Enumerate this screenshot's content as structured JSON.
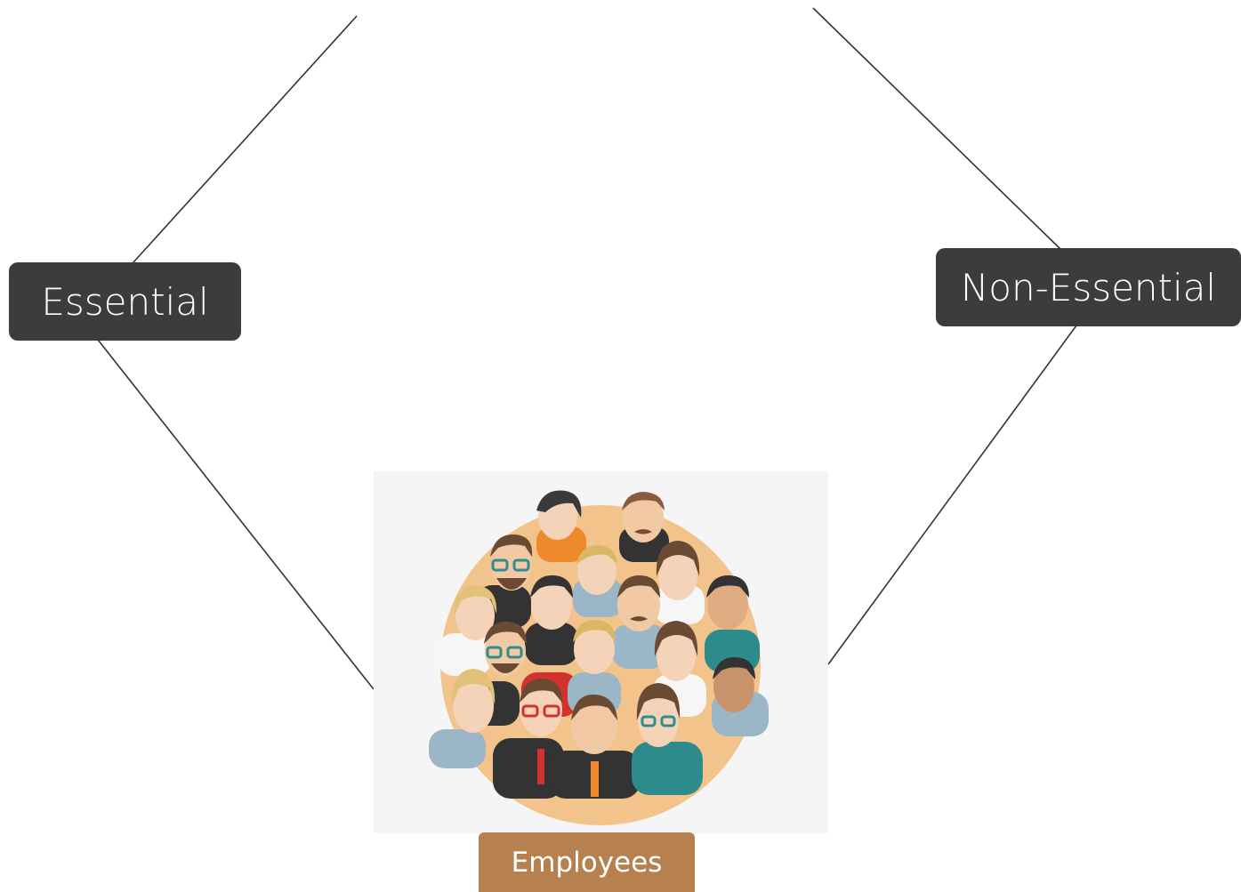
{
  "diagram": {
    "nodes": {
      "essential": {
        "label": "Essential"
      },
      "non_essential": {
        "label": "Non-Essential"
      },
      "employees": {
        "label": "Employees"
      }
    },
    "image": {
      "subject": "group-of-employees-illustration"
    },
    "colors": {
      "dark_node": "#3d3c3a",
      "employees_node": "#b7814f",
      "circle_backdrop": "#f2c38b",
      "line": "#333333"
    }
  }
}
